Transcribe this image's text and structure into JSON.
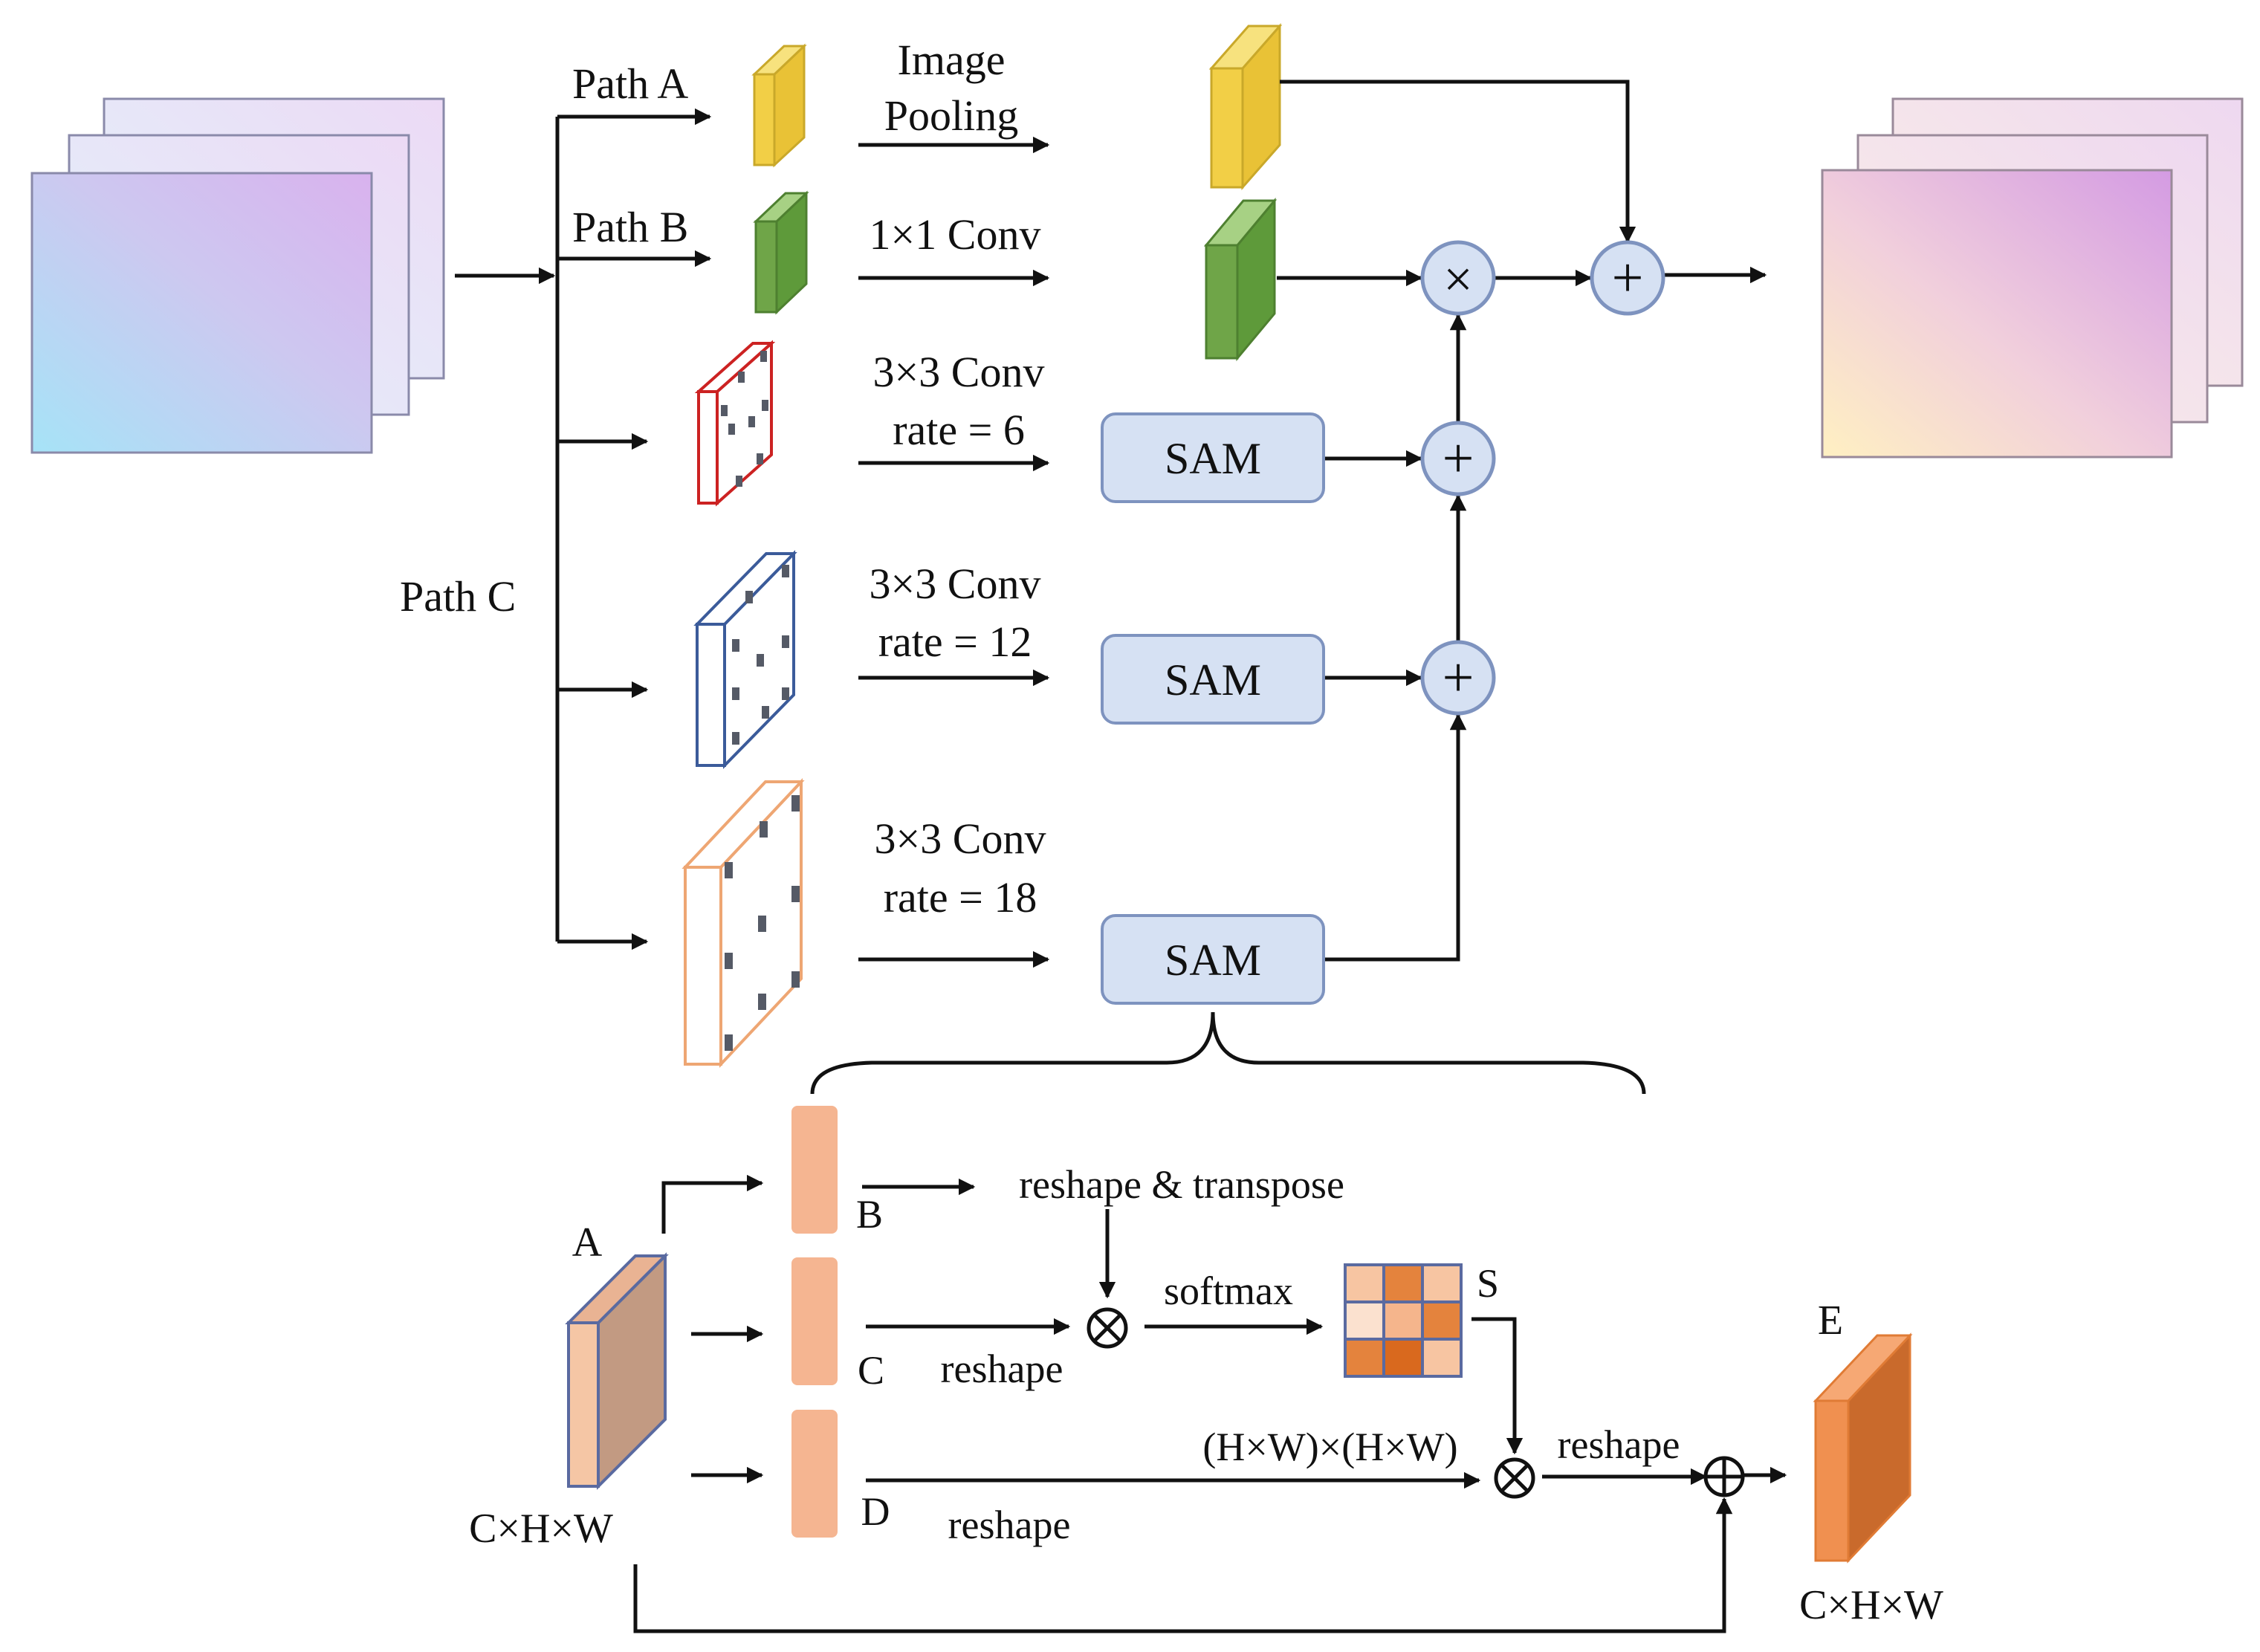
{
  "labels": {
    "path_a": "Path A",
    "path_b": "Path B",
    "path_c": "Path C",
    "image_pooling_1": "Image",
    "image_pooling_2": "Pooling",
    "conv1": "1×1 Conv",
    "conv3_6_a": "3×3 Conv",
    "conv3_6_b": "rate = 6",
    "conv3_12_a": "3×3 Conv",
    "conv3_12_b": "rate = 12",
    "conv3_18_a": "3×3 Conv",
    "conv3_18_b": "rate = 18",
    "sam": "SAM",
    "op_multiply": "×",
    "op_add": "+",
    "sam_detail": {
      "a": "A",
      "b": "B",
      "c": "C",
      "d": "D",
      "e": "E",
      "s": "S",
      "reshape_transpose": "reshape & transpose",
      "softmax": "softmax",
      "reshape": "reshape",
      "hw_hw": "(H×W)×(H×W)",
      "chw": "C×H×W",
      "matmul": "⊗",
      "elem_add": "⊕"
    }
  },
  "colors": {
    "pooling_block": "#f2cf46",
    "conv1_block": "#6fa548",
    "rate6_outline": "#cc2222",
    "rate12_outline": "#3b5b9a",
    "rate18_outline": "#eea673",
    "sam_fill": "#d6e1f3",
    "sam_border": "#7e93bf",
    "branch_fill": "#f5b591",
    "output_block": "#e38646"
  }
}
